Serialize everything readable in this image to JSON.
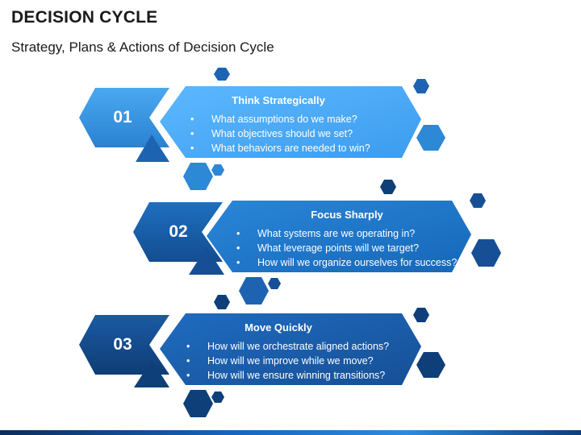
{
  "title": "DECISION CYCLE",
  "subtitle": "Strategy, Plans & Actions of Decision Cycle",
  "steps": [
    {
      "number": "01",
      "heading": "Think Strategically",
      "bullets": [
        "What assumptions do we make?",
        "What objectives should we set?",
        "What behaviors are needed to win?"
      ],
      "color": "#4aaaf5"
    },
    {
      "number": "02",
      "heading": "Focus Sharply",
      "bullets": [
        "What systems are we operating in?",
        "What leverage points will we target?",
        "How will we organize ourselves for success?"
      ],
      "color": "#1f76c8"
    },
    {
      "number": "03",
      "heading": "Move Quickly",
      "bullets": [
        "How will we orchestrate aligned actions?",
        "How will we improve while we move?",
        "How will we ensure winning transitions?"
      ],
      "color": "#1a5fa8"
    }
  ],
  "colors": {
    "light_blue": "#4aaaf5",
    "mid_blue": "#2d88d6",
    "dark_blue": "#135091",
    "navy": "#0e3f78"
  }
}
